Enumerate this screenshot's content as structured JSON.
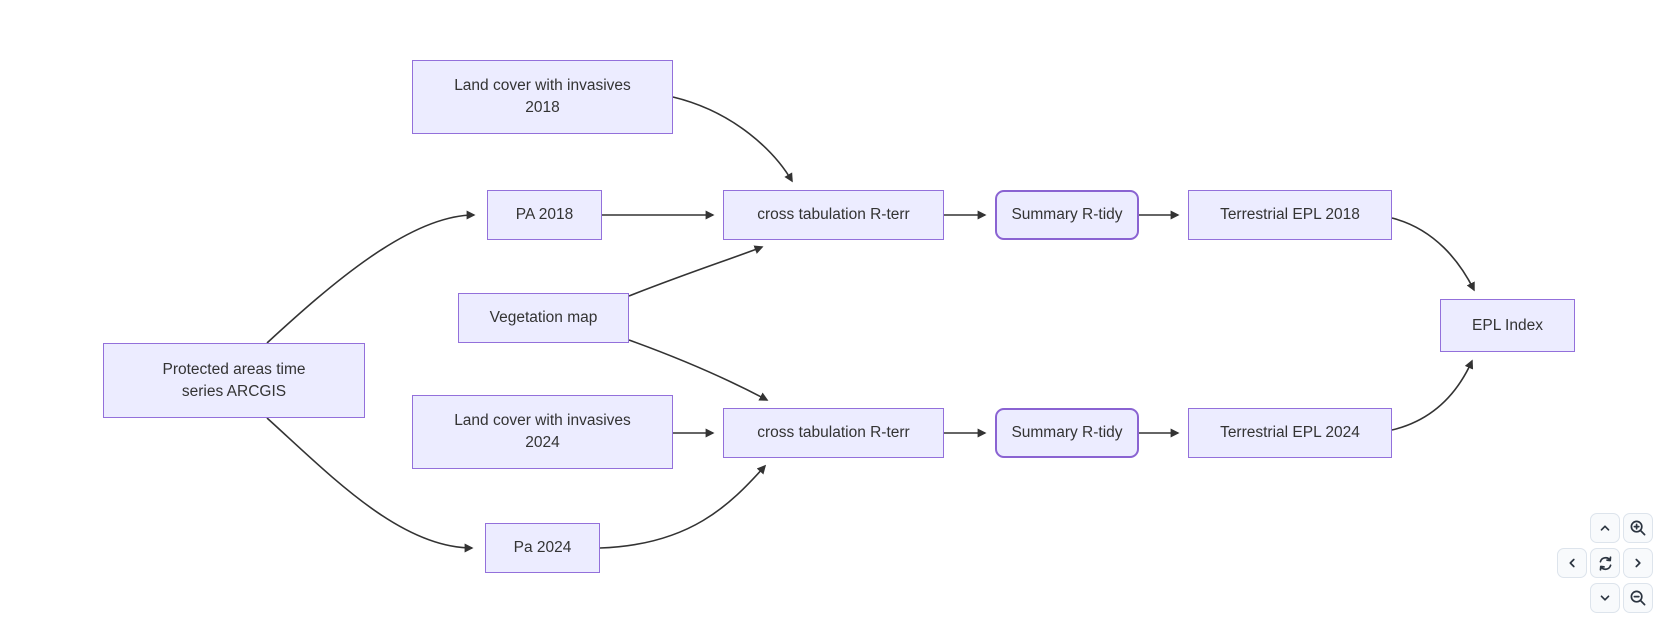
{
  "diagram": {
    "nodes": {
      "landcover2018": {
        "label": "Land cover with invasives 2018",
        "shape": "rect"
      },
      "pa2018": {
        "label": "PA 2018",
        "shape": "rect"
      },
      "vegmap": {
        "label": "Vegetation map",
        "shape": "rect"
      },
      "protected": {
        "label": "Protected areas time series ARCGIS",
        "shape": "rect"
      },
      "landcover2024": {
        "label": "Land cover with invasives 2024",
        "shape": "rect"
      },
      "pa2024": {
        "label": "Pa 2024",
        "shape": "rect"
      },
      "crosstab2018": {
        "label": "cross tabulation R-terr",
        "shape": "rect"
      },
      "summary2018": {
        "label": "Summary R-tidy",
        "shape": "rounded"
      },
      "terrestrial2018": {
        "label": "Terrestrial EPL 2018",
        "shape": "rect"
      },
      "crosstab2024": {
        "label": "cross tabulation R-terr",
        "shape": "rect"
      },
      "summary2024": {
        "label": "Summary R-tidy",
        "shape": "rounded"
      },
      "terrestrial2024": {
        "label": "Terrestrial EPL 2024",
        "shape": "rect"
      },
      "eplindex": {
        "label": "EPL Index",
        "shape": "rect"
      }
    },
    "edges": [
      {
        "from": "protected",
        "to": "pa2018"
      },
      {
        "from": "protected",
        "to": "pa2024"
      },
      {
        "from": "landcover2018",
        "to": "crosstab2018"
      },
      {
        "from": "pa2018",
        "to": "crosstab2018"
      },
      {
        "from": "vegmap",
        "to": "crosstab2018"
      },
      {
        "from": "vegmap",
        "to": "crosstab2024"
      },
      {
        "from": "landcover2024",
        "to": "crosstab2024"
      },
      {
        "from": "pa2024",
        "to": "crosstab2024"
      },
      {
        "from": "crosstab2018",
        "to": "summary2018"
      },
      {
        "from": "summary2018",
        "to": "terrestrial2018"
      },
      {
        "from": "terrestrial2018",
        "to": "eplindex"
      },
      {
        "from": "crosstab2024",
        "to": "summary2024"
      },
      {
        "from": "summary2024",
        "to": "terrestrial2024"
      },
      {
        "from": "terrestrial2024",
        "to": "eplindex"
      }
    ],
    "colors": {
      "node_fill": "#ECECFF",
      "node_border": "#9370DB",
      "highlight_border": "#8A63D2",
      "edge": "#333333",
      "text": "#333333"
    }
  },
  "controls": {
    "buttons": [
      {
        "id": "pan-up",
        "icon": "chevron-up-icon"
      },
      {
        "id": "zoom-in",
        "icon": "magnifier-plus-icon"
      },
      {
        "id": "pan-left",
        "icon": "chevron-left-icon"
      },
      {
        "id": "reset-view",
        "icon": "refresh-icon"
      },
      {
        "id": "pan-right",
        "icon": "chevron-right-icon"
      },
      {
        "id": "pan-down",
        "icon": "chevron-down-icon"
      },
      {
        "id": "zoom-out",
        "icon": "magnifier-minus-icon"
      }
    ]
  }
}
